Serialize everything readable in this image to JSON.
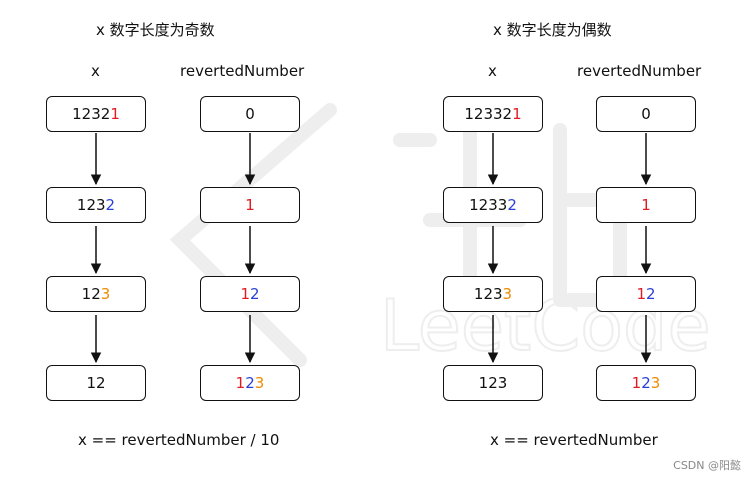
{
  "left_panel": {
    "title": "x 数字长度为奇数",
    "x_header": "x",
    "rev_header": "revertedNumber",
    "x_boxes": [
      [
        {
          "t": "1232",
          "c": "black"
        },
        {
          "t": "1",
          "c": "red"
        }
      ],
      [
        {
          "t": "123",
          "c": "black"
        },
        {
          "t": "2",
          "c": "blue"
        }
      ],
      [
        {
          "t": "12",
          "c": "black"
        },
        {
          "t": "3",
          "c": "orange"
        }
      ],
      [
        {
          "t": "12",
          "c": "black"
        }
      ]
    ],
    "rev_boxes": [
      [
        {
          "t": "0",
          "c": "black"
        }
      ],
      [
        {
          "t": "1",
          "c": "red"
        }
      ],
      [
        {
          "t": "1",
          "c": "red"
        },
        {
          "t": "2",
          "c": "blue"
        }
      ],
      [
        {
          "t": "1",
          "c": "red"
        },
        {
          "t": "2",
          "c": "blue"
        },
        {
          "t": "3",
          "c": "orange"
        }
      ]
    ],
    "formula": "x == revertedNumber / 10"
  },
  "right_panel": {
    "title": "x 数字长度为偶数",
    "x_header": "x",
    "rev_header": "revertedNumber",
    "x_boxes": [
      [
        {
          "t": "12332",
          "c": "black"
        },
        {
          "t": "1",
          "c": "red"
        }
      ],
      [
        {
          "t": "1233",
          "c": "black"
        },
        {
          "t": "2",
          "c": "blue"
        }
      ],
      [
        {
          "t": "123",
          "c": "black"
        },
        {
          "t": "3",
          "c": "orange"
        }
      ],
      [
        {
          "t": "123",
          "c": "black"
        }
      ]
    ],
    "rev_boxes": [
      [
        {
          "t": "0",
          "c": "black"
        }
      ],
      [
        {
          "t": "1",
          "c": "red"
        }
      ],
      [
        {
          "t": "1",
          "c": "red"
        },
        {
          "t": "2",
          "c": "blue"
        }
      ],
      [
        {
          "t": "1",
          "c": "red"
        },
        {
          "t": "2",
          "c": "blue"
        },
        {
          "t": "3",
          "c": "orange"
        }
      ]
    ],
    "formula": "x == revertedNumber"
  },
  "watermark_text": "LeetCode",
  "credit": "CSDN @阳懿",
  "colors": {
    "red": "#e01b24",
    "blue": "#2a3fd6",
    "orange": "#f08a00",
    "stroke": "#111111"
  }
}
